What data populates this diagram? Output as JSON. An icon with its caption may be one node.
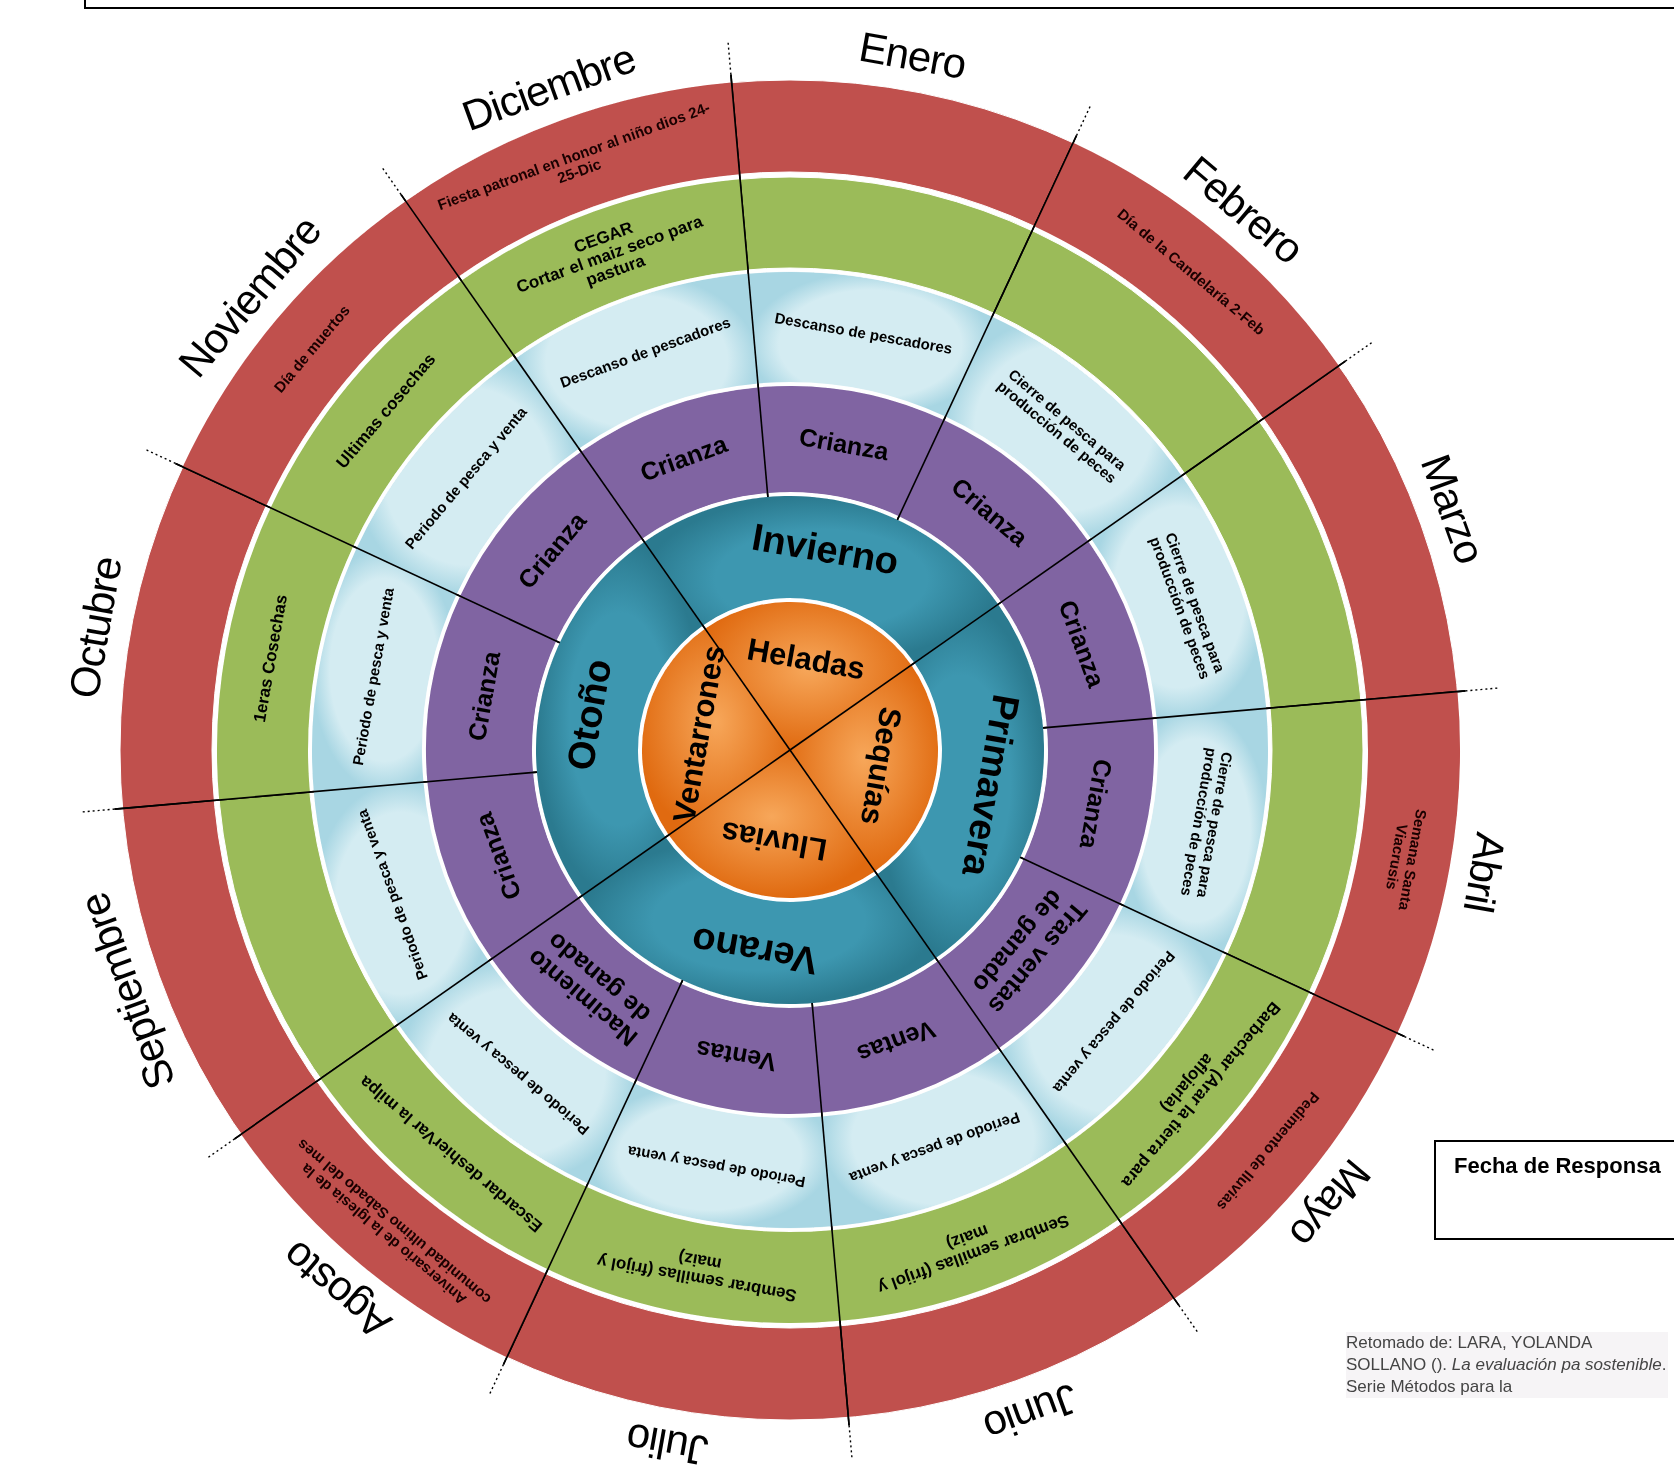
{
  "diagram": {
    "nodes": [
      {
        "text": [
          "Día de la Candelaría 2-Feb"
        ]
      },
      {
        "text": [
          "Semana Santa",
          "Viacrusis"
        ]
      },
      {
        "text": [
          "Pedimento de lluvias"
        ]
      },
      {
        "text": [
          "Aniversario de la Iglesia de la comunidad ultimo Sabado del mes"
        ]
      },
      {
        "text": [
          "Día de muertos"
        ]
      },
      {
        "text": [
          "Fiesta patronal en honor al niño dios 24-25-Dic"
        ]
      },
      {
        "text": [
          "Barbechar (Arar la tierra para aflojarla)"
        ]
      },
      {
        "text": [
          "Sembrar semillas (frijol y maiz)"
        ]
      },
      {
        "text": [
          "Sembrar semillas (frijol y maiz)"
        ]
      },
      {
        "text": [
          "Escardar deshierVar la milpa"
        ]
      },
      {
        "text": [
          "1eras Cosechas"
        ]
      },
      {
        "text": [
          "Ultimas cosechas"
        ]
      },
      {
        "text": [
          "CEGAR",
          "Cortar el maiz seco para pastura"
        ]
      },
      {
        "text": [
          "Descanso de pescadores"
        ]
      },
      {
        "text": [
          "Cierre de pesca para producción de peces"
        ]
      },
      {
        "text": [
          "Cierre de pesca para producción de peces"
        ]
      },
      {
        "text": [
          "Cierre de pesca para producción de peces"
        ]
      },
      {
        "text": [
          "Periodo de pesca y venta"
        ]
      },
      {
        "text": [
          "Periodo de pesca y venta"
        ]
      },
      {
        "text": [
          "Periodo de pesca y venta"
        ]
      },
      {
        "text": [
          "Periodo de pesca y venta"
        ]
      },
      {
        "text": [
          "Periodo de pesca y venta"
        ]
      },
      {
        "text": [
          "Periodo de pesca y venta"
        ]
      },
      {
        "text": [
          "Periodo de pesca y venta"
        ]
      },
      {
        "text": [
          "Descanso de pescadores"
        ]
      },
      {
        "text": [
          "Crianza"
        ]
      },
      {
        "text": [
          "Crianza"
        ]
      },
      {
        "text": [
          "Crianza"
        ]
      },
      {
        "text": [
          "Crianza"
        ]
      },
      {
        "text": [
          "Tras ventas de ganado"
        ]
      },
      {
        "text": [
          "Ventas"
        ]
      },
      {
        "text": [
          "Ventas"
        ]
      },
      {
        "text": [
          "Nacimiento de ganado"
        ]
      },
      {
        "text": [
          "Crianza"
        ]
      },
      {
        "text": [
          "Crianza"
        ]
      },
      {
        "text": [
          "Crianza"
        ]
      },
      {
        "text": [
          "Crianza"
        ]
      },
      {
        "text": [
          "Invierno"
        ]
      },
      {
        "text": [
          "Primavera"
        ]
      },
      {
        "text": [
          "Verano"
        ]
      },
      {
        "text": [
          "Otoño"
        ]
      },
      {
        "text": [
          "Heladas"
        ]
      },
      {
        "text": [
          "Sequías"
        ]
      },
      {
        "text": [
          "Lluvias"
        ]
      },
      {
        "text": [
          "Ventarrones"
        ]
      },
      {
        "text": [
          "Fecha de Responsa"
        ]
      }
    ],
    "labels": [
      "Enero",
      "Febrero",
      "Marzo",
      "Abril",
      "Mayo",
      "Junio",
      "Julio",
      "Agosto",
      "Septiembre",
      "Octubre",
      "Noviembre",
      "Diciembre",
      "Retomado de: LARA, YOLANDA SOLLANO (). *La evaluación pa* *sostenible*. Serie Métodos para la"
    ]
  }
}
